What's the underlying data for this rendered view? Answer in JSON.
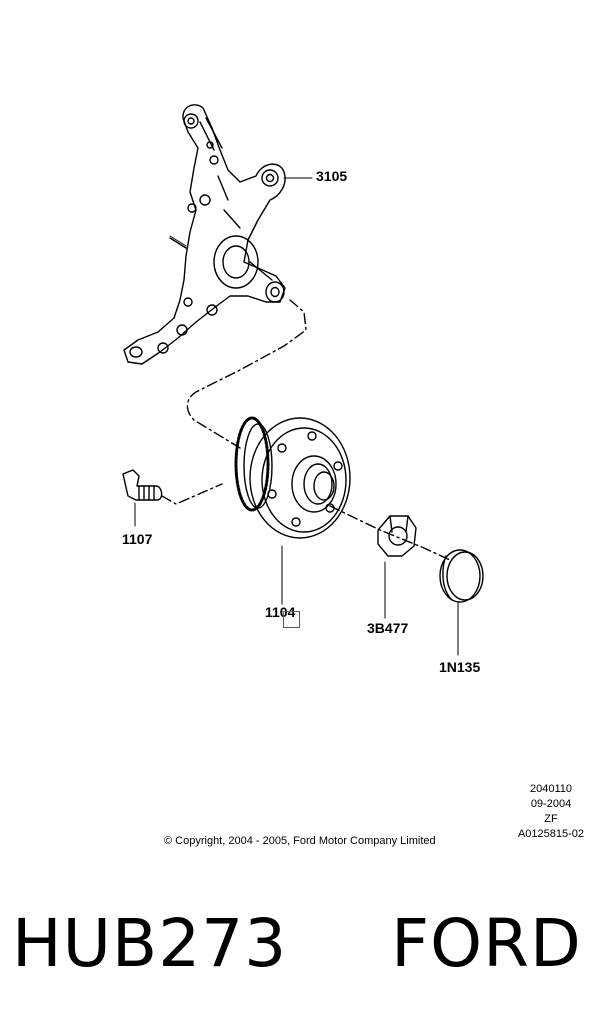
{
  "callouts": {
    "knuckle": "3105",
    "bolt": "1107",
    "hub": "1104",
    "nut": "3B477",
    "cap": "1N135"
  },
  "copyright": "© Copyright, 2004 - 2005, Ford Motor Company Limited",
  "meta": {
    "line1": "2040110",
    "line2": "09-2004",
    "line3": "ZF",
    "line4": "A0125815-02"
  },
  "caption": {
    "part_number": "HUB273",
    "brand": "FORD"
  },
  "colors": {
    "ink": "#000000",
    "highlight": "#e0202a"
  }
}
